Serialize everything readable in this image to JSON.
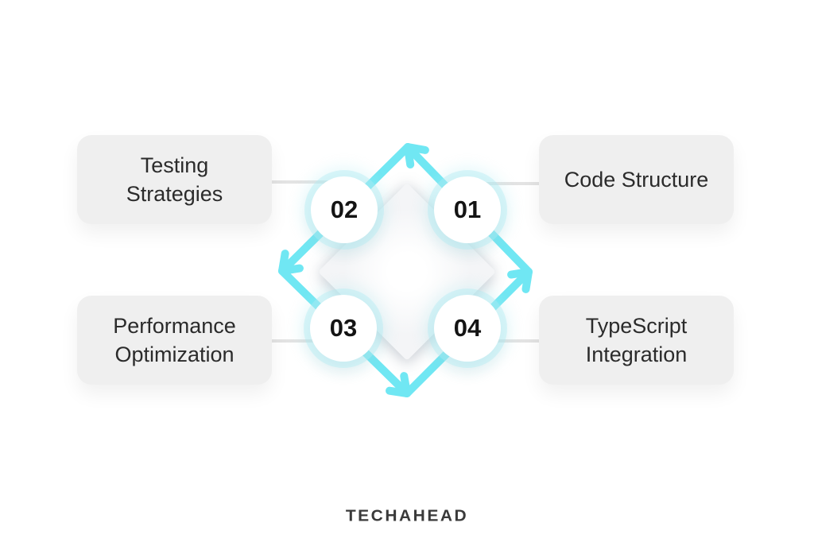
{
  "steps": [
    {
      "number": "01",
      "label": "Code Structure"
    },
    {
      "number": "02",
      "label": "Testing Strategies"
    },
    {
      "number": "03",
      "label": "Performance Optimization"
    },
    {
      "number": "04",
      "label": "TypeScript Integration"
    }
  ],
  "logo": {
    "text": "TECHAHEAD"
  },
  "colors": {
    "arrow": "#70e7f3",
    "box_bg": "#efefef",
    "connector": "#e3e3e3",
    "text": "#2b2b2b",
    "number": "#141414",
    "logo": "#3a3a3a"
  }
}
